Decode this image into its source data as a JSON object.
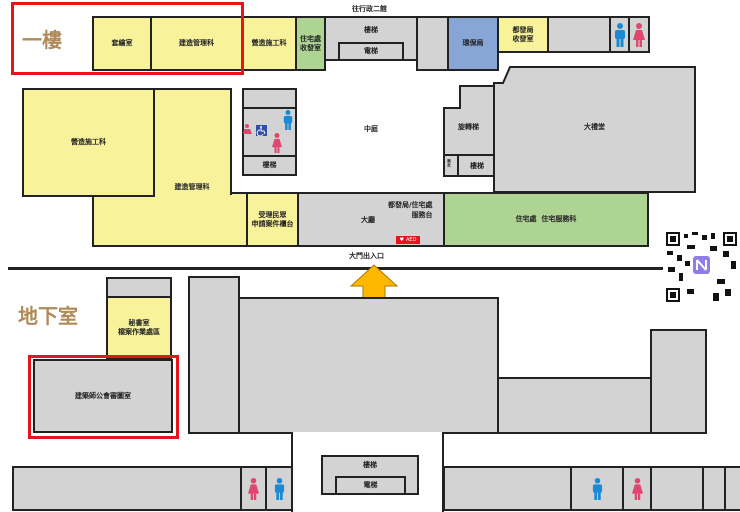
{
  "colors": {
    "highlight": "#e8141b",
    "office_yellow": "#f8f39a",
    "housing_green": "#aed493",
    "env_blue": "#87a6d6",
    "common_gray": "#d3d3d3",
    "floor_label": "#b08a58",
    "arrow": "#ffb800",
    "aed": "#e8141b"
  },
  "first_floor": {
    "label": "一樓",
    "to_building_2": "往行政二館",
    "rooms": {
      "drawing_room": "套繪室",
      "building_mgmt_top": "建造管理科",
      "construction_top": "營造施工科",
      "housing_mail": "住宅處\n收發室",
      "stairs_top": "樓梯",
      "elevator_top": "電梯",
      "env_bureau": "環保局",
      "urban_mail": "都發局\n收發室",
      "construction_big": "營造施工科",
      "building_mgmt_big": "建造管理科",
      "stairs_restroom": "樓梯",
      "courtyard": "中庭",
      "spiral_stairs": "旋轉梯",
      "stairs_right": "樓梯",
      "small_room": "男女",
      "auditorium": "大禮堂",
      "service_counter": "受理民眾\n申請案件櫃台",
      "lobby": "大廳",
      "urban_housing_desk": "都發局/住宅處\n服務台",
      "housing_service": "住宅處  住宅服務科"
    },
    "aed": "AED",
    "main_entrance": "大門出入口"
  },
  "basement": {
    "label": "地下室",
    "rooms": {
      "secretary": "秘書室\n檔案作業處區",
      "architect_review": "建築師公會審圖室",
      "stairs": "樓梯",
      "elevator": "電梯"
    }
  },
  "icons": [
    "male-restroom-icon",
    "female-restroom-icon",
    "accessible-icon",
    "aed-icon",
    "entrance-arrow-icon",
    "qr-code"
  ]
}
